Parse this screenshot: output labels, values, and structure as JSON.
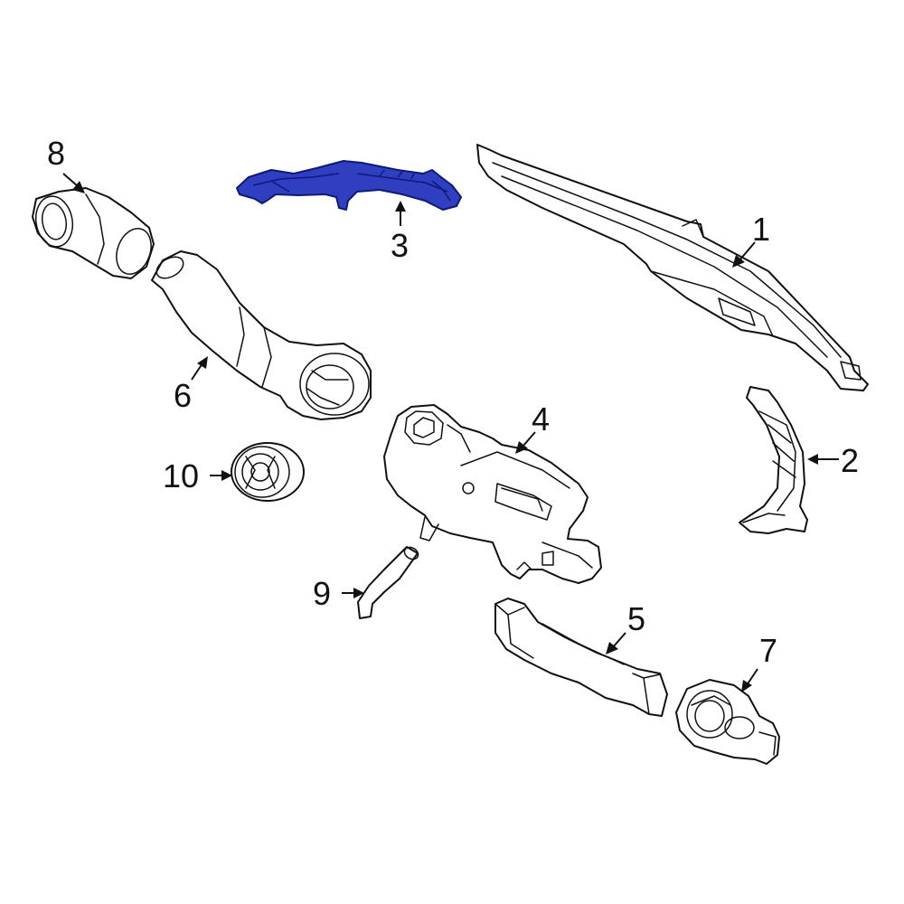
{
  "callouts": [
    {
      "id": "1",
      "label": "1"
    },
    {
      "id": "2",
      "label": "2"
    },
    {
      "id": "3",
      "label": "3"
    },
    {
      "id": "4",
      "label": "4"
    },
    {
      "id": "5",
      "label": "5"
    },
    {
      "id": "6",
      "label": "6"
    },
    {
      "id": "7",
      "label": "7"
    },
    {
      "id": "8",
      "label": "8"
    },
    {
      "id": "9",
      "label": "9"
    },
    {
      "id": "10",
      "label": "10"
    }
  ],
  "highlighted_part": "3",
  "colors": {
    "highlight": "#2f3fbf",
    "line": "#111111",
    "background": "#ffffff"
  }
}
